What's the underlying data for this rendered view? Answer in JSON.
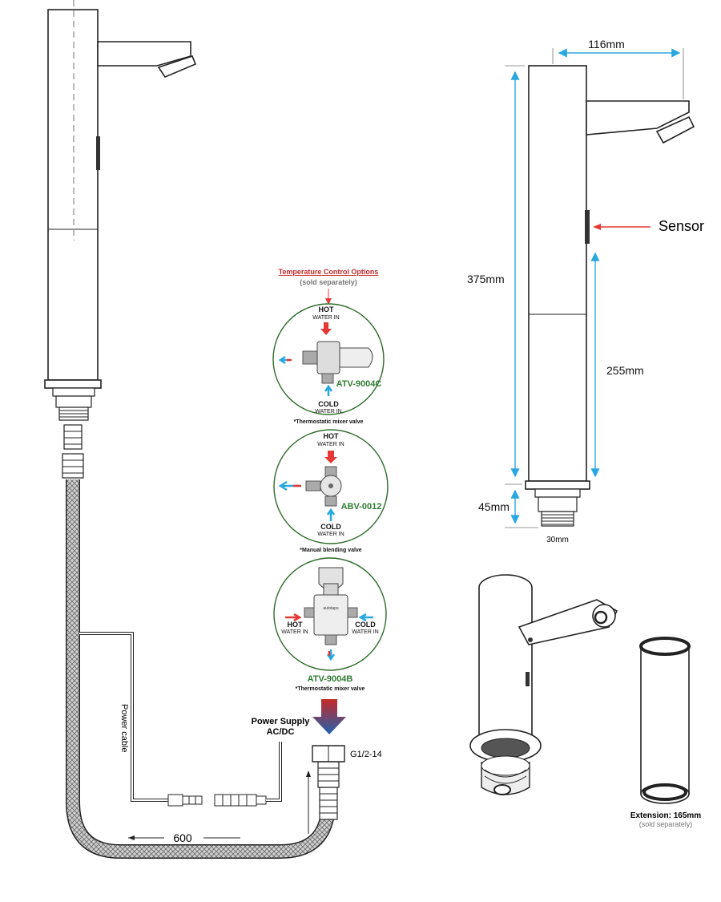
{
  "dimensions": {
    "spout_length": "116mm",
    "total_height": "375mm",
    "body_height": "255mm",
    "thread_height": "45mm",
    "thread_diameter": "30mm"
  },
  "sensor_label": "Sensor",
  "temperature_options": {
    "title": "Temperature Control Options",
    "subtitle": "(sold separately)",
    "valves": [
      {
        "model": "ATV-9004C",
        "type": "*Thermostatic mixer valve",
        "hot": "HOT",
        "hot_sub": "WATER IN",
        "cold": "COLD",
        "cold_sub": "WATER IN"
      },
      {
        "model": "ABV-0012",
        "type": "*Manual blending valve",
        "hot": "HOT",
        "hot_sub": "WATER IN",
        "cold": "COLD",
        "cold_sub": "WATER IN"
      },
      {
        "model": "ATV-9004B",
        "type": "*Thermostatic mixer valve",
        "hot": "HOT",
        "hot_sub": "WATER IN",
        "cold": "COLD",
        "cold_sub": "WATER IN"
      }
    ]
  },
  "power_cable_label": "Power cable",
  "power_supply": {
    "line1": "Power Supply",
    "line2": "AC/DC"
  },
  "thread_label": "G1/2-14",
  "hose_length": "600",
  "extension": {
    "label": "Extension: 165mm",
    "note": "(sold separately)"
  },
  "colors": {
    "hot": "#e53935",
    "cold": "#29a8e0",
    "dim_line": "#29a8e0",
    "model_text": "#2e7d32",
    "title_text": "#c62828"
  }
}
